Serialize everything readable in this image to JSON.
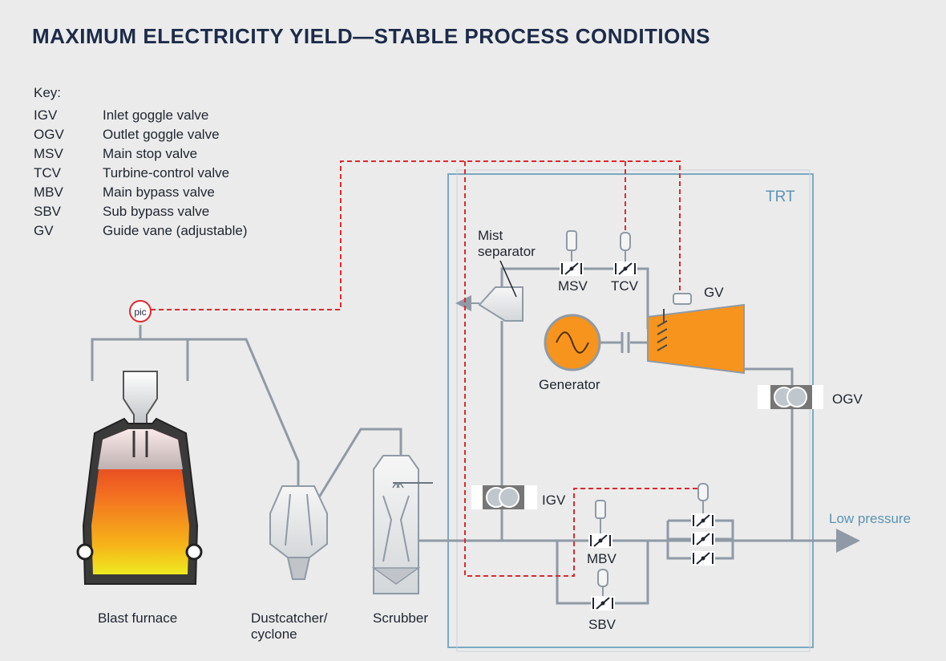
{
  "title": "MAXIMUM ELECTRICITY YIELD—STABLE PROCESS CONDITIONS",
  "key": {
    "heading": "Key:",
    "items": [
      {
        "abbr": "IGV",
        "desc": "Inlet goggle valve"
      },
      {
        "abbr": "OGV",
        "desc": "Outlet goggle valve"
      },
      {
        "abbr": "MSV",
        "desc": "Main stop valve"
      },
      {
        "abbr": "TCV",
        "desc": "Turbine-control valve"
      },
      {
        "abbr": "MBV",
        "desc": "Main bypass valve"
      },
      {
        "abbr": "SBV",
        "desc": "Sub bypass valve"
      },
      {
        "abbr": "GV",
        "desc": "Guide vane (adjustable)"
      }
    ]
  },
  "labels": {
    "trt": "TRT",
    "mist_line1": "Mist",
    "mist_line2": "separator",
    "msv": "MSV",
    "tcv": "TCV",
    "gv": "GV",
    "generator": "Generator",
    "ogv": "OGV",
    "igv": "IGV",
    "mbv": "MBV",
    "sbv": "SBV",
    "low_pressure": "Low pressure",
    "pic": "pic",
    "blast_furnace": "Blast furnace",
    "dust_line1": "Dustcatcher/",
    "dust_line2": "cyclone",
    "scrubber": "Scrubber"
  },
  "colors": {
    "pipe": "#8f9aa6",
    "control_line": "#e0282e",
    "trt_box": "#7aa9c3",
    "turbine": "#f7941d",
    "title": "#1c2b4a"
  }
}
